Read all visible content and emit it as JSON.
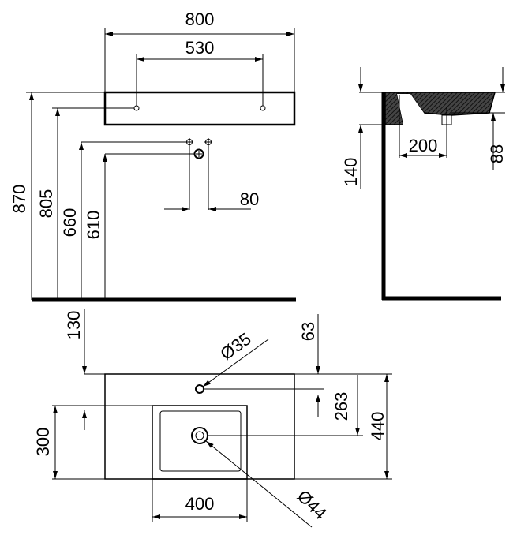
{
  "drawing": {
    "front_view": {
      "width_overall": "800",
      "hole_spacing": "530",
      "height_top": "870",
      "height_holes": "805",
      "height_supply": "660",
      "height_drain": "610",
      "supply_spacing": "80"
    },
    "side_view": {
      "depth_label": "140",
      "drain_offset": "200",
      "bowl_depth": "88"
    },
    "top_view": {
      "faucet_offset_left": "130",
      "faucet_offset_back": "63",
      "faucet_hole": "Ø35",
      "drain_offset_back": "263",
      "depth_overall": "440",
      "basin_depth": "300",
      "basin_width": "400",
      "drain_hole": "Ø44"
    },
    "colors": {
      "line": "#000000",
      "background": "#ffffff",
      "hatch": "#222222"
    }
  }
}
